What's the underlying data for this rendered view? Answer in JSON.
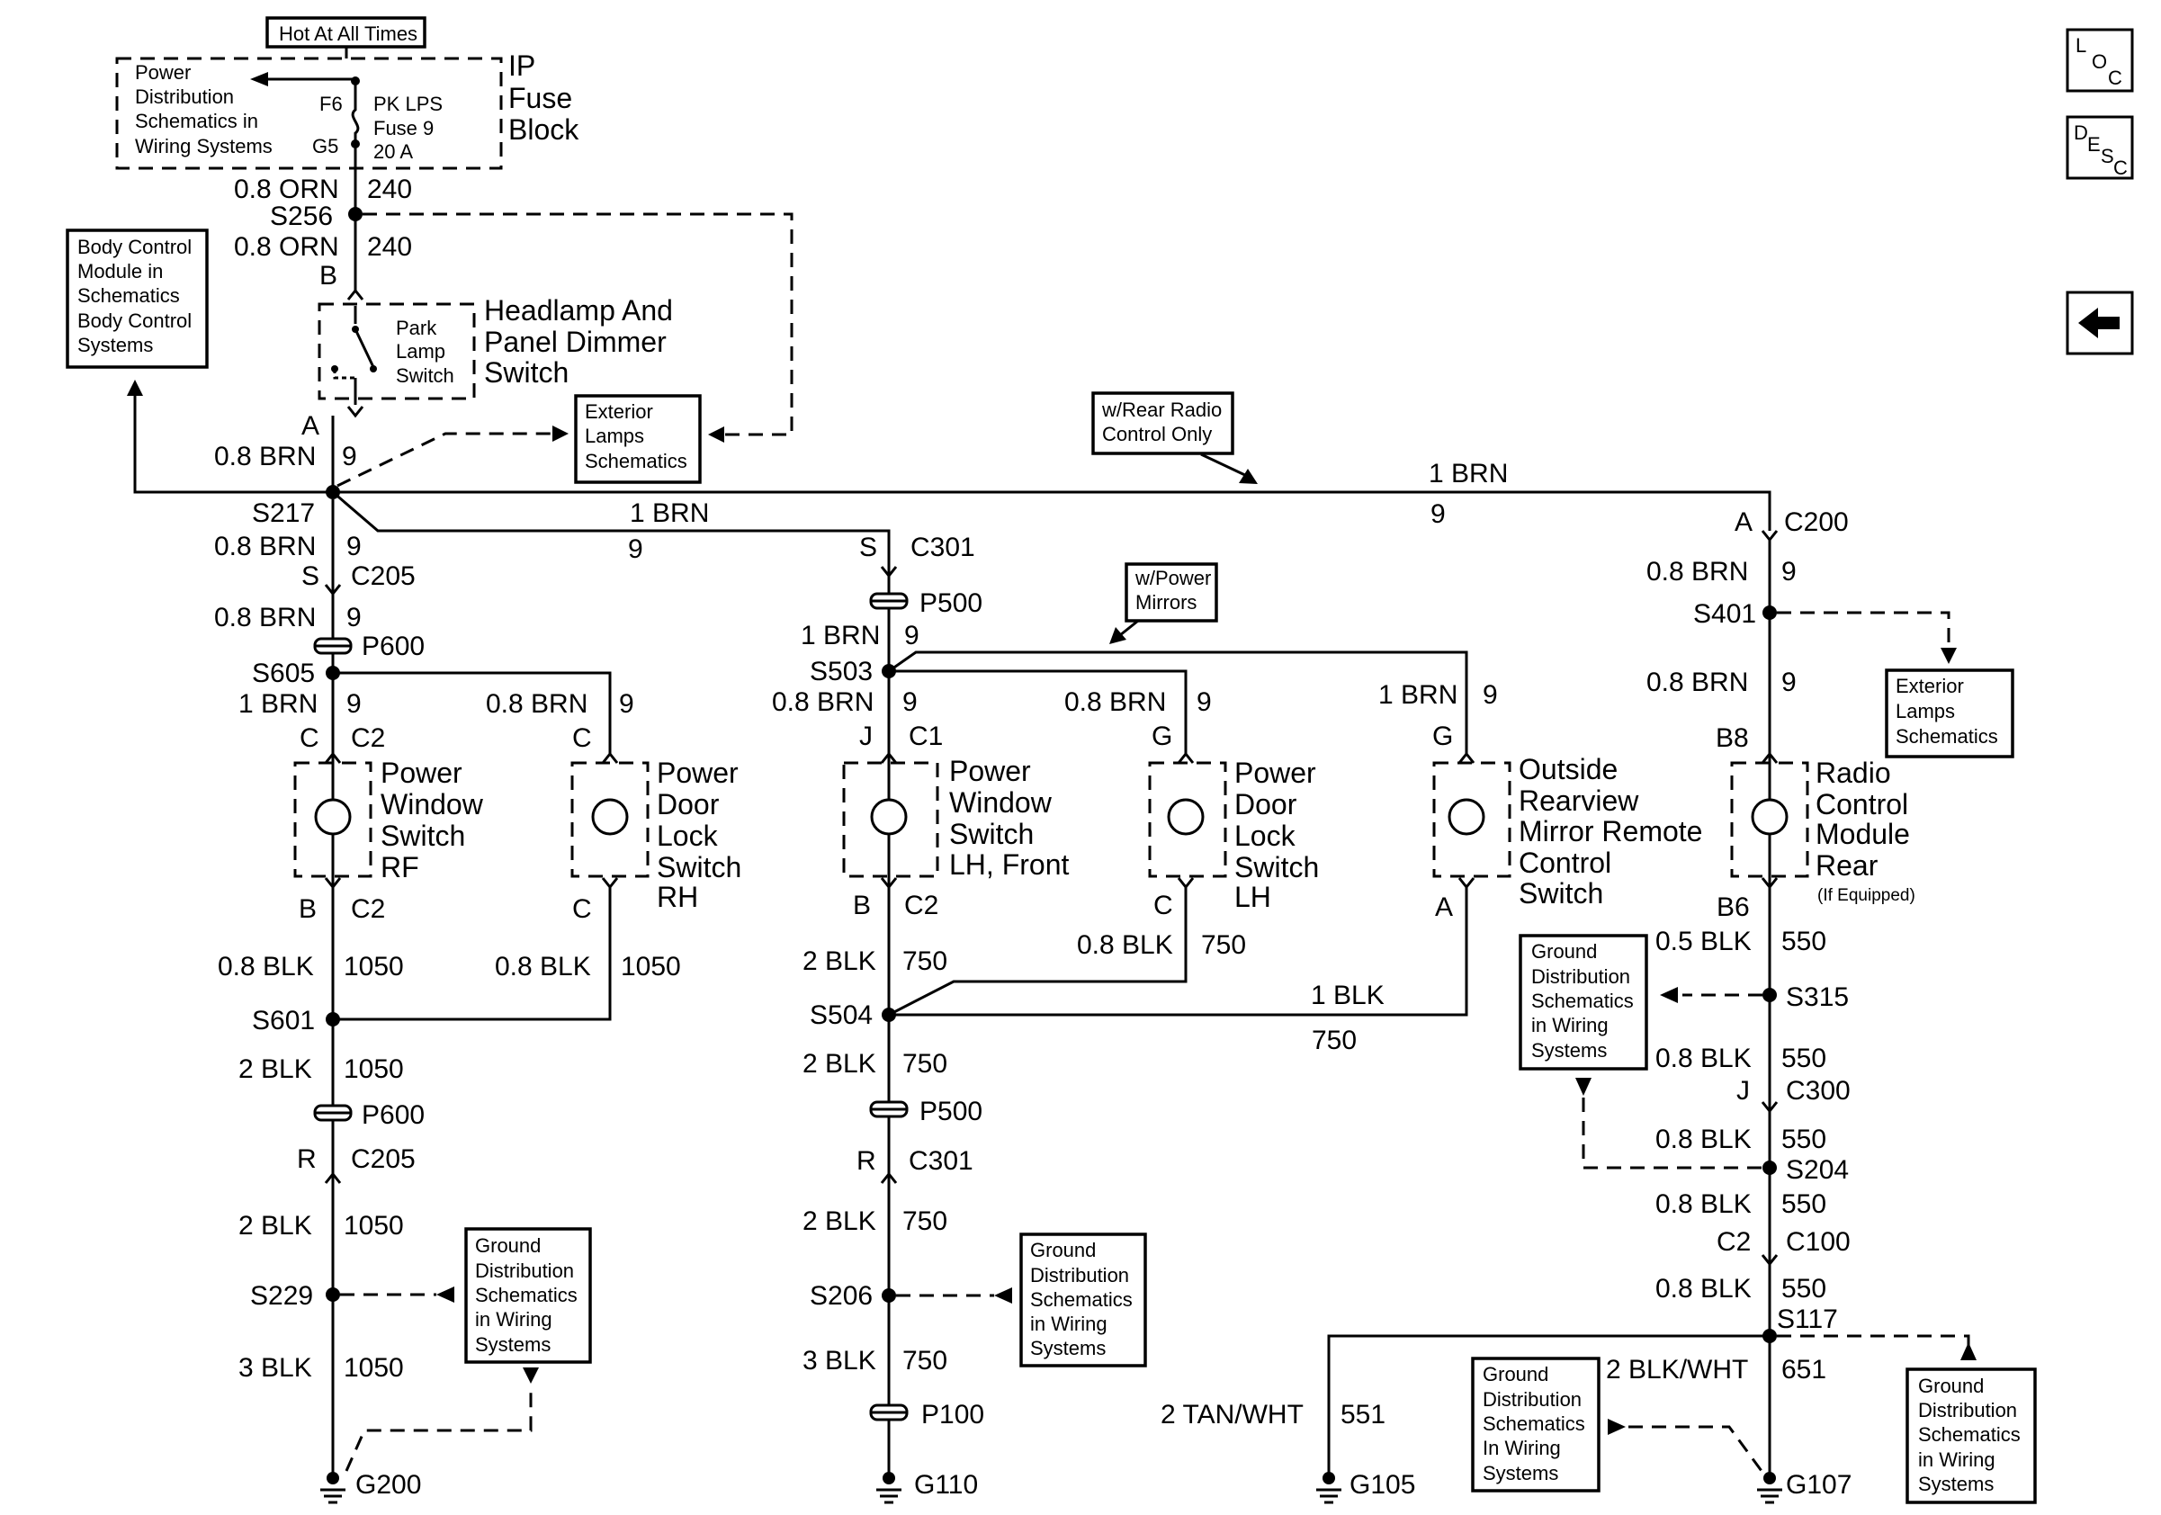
{
  "top": {
    "hot": "Hot At All Times",
    "pd": [
      "Power",
      "Distribution",
      "Schematics in",
      "Wiring Systems"
    ],
    "f6": "F6",
    "g5": "G5",
    "fuse": [
      "PK LPS",
      "Fuse  9",
      "20 A"
    ],
    "ip": [
      "IP",
      "Fuse",
      "Block"
    ]
  },
  "bcm": [
    "Body Control",
    "Module in",
    "Schematics",
    "Body Control",
    "Systems"
  ],
  "wire_orn_a": "0.8 ORN",
  "ckt_240_a": "240",
  "s256": "S256",
  "wire_orn_b": "0.8 ORN",
  "ckt_240_b": "240",
  "hd": {
    "pin_b": "B",
    "pin_a": "A",
    "inner": [
      "Park",
      "Lamp",
      "Switch"
    ],
    "title": [
      "Headlamp And",
      "Panel Dimmer",
      "Switch"
    ]
  },
  "ext1": [
    "Exterior",
    "Lamps",
    "Schematics"
  ],
  "ext2": [
    "Exterior",
    "Lamps",
    "Schematics"
  ],
  "rear_radio": [
    "w/Rear Radio",
    "Control Only"
  ],
  "pmir": [
    "w/Power",
    "Mirrors"
  ],
  "wbrn_a": "0.8 BRN",
  "n9a": "9",
  "s217": "S217",
  "top_bus": {
    "wire": "1 BRN",
    "ckt": "9"
  },
  "mid_bus": {
    "wire": "1 BRN",
    "ckt": "9"
  },
  "col1": {
    "wire1": "0.8 BRN",
    "ckt1": "9",
    "s": "S",
    "c205": "C205",
    "wire2": "0.8 BRN",
    "ckt2": "9",
    "p600": "P600",
    "s605": "S605",
    "wire3": "1 BRN",
    "ckt3": "9",
    "c": "C",
    "c2": "C2",
    "comp": [
      "Power",
      "Window",
      "Switch",
      "RF"
    ],
    "b": "B",
    "c2b": "C2",
    "wire4": "0.8 BLK",
    "ckt4": "1050",
    "s601": "S601",
    "wire5": "2 BLK",
    "ckt5": "1050",
    "p600b": "P600",
    "r": "R",
    "c205b": "C205",
    "wire6": "2 BLK",
    "ckt6": "1050",
    "s229": "S229",
    "wire7": "3 BLK",
    "ckt7": "1050",
    "g200": "G200"
  },
  "col2": {
    "wire1": "0.8 BRN",
    "ckt1": "9",
    "c": "C",
    "comp": [
      "Power",
      "Door",
      "Lock",
      "Switch",
      "RH"
    ],
    "c2": "C",
    "wire2": "0.8 BLK",
    "ckt2": "1050"
  },
  "gnd1": [
    "Ground",
    "Distribution",
    "Schematics",
    "in Wiring",
    "Systems"
  ],
  "col3": {
    "s": "S",
    "c301": "C301",
    "p500": "P500",
    "wire1": "1 BRN",
    "ckt1": "9",
    "s503": "S503",
    "wire2": "0.8 BRN",
    "ckt2": "9",
    "j": "J",
    "c1": "C1",
    "comp": [
      "Power",
      "Window",
      "Switch",
      "LH, Front"
    ],
    "b": "B",
    "c2": "C2",
    "wire3": "2 BLK",
    "ckt3": "750",
    "s504": "S504",
    "wire4": "2 BLK",
    "ckt4": "750",
    "p500b": "P500",
    "r": "R",
    "c301b": "C301",
    "wire5": "2 BLK",
    "ckt5": "750",
    "s206": "S206",
    "wire6": "3 BLK",
    "ckt6": "750",
    "p100": "P100",
    "g110": "G110"
  },
  "gnd2": [
    "Ground",
    "Distribution",
    "Schematics",
    "in Wiring",
    "Systems"
  ],
  "col4": {
    "wire1": "0.8 BRN",
    "ckt1": "9",
    "g": "G",
    "comp": [
      "Power",
      "Door",
      "Lock",
      "Switch",
      "LH"
    ],
    "c": "C",
    "wire2": "0.8 BLK",
    "ckt2": "750"
  },
  "col5": {
    "wire1": "1 BRN",
    "ckt1": "9",
    "g": "G",
    "comp": [
      "Outside",
      "Rearview",
      "Mirror Remote",
      "Control",
      "Switch"
    ],
    "a": "A",
    "wire2": "1 BLK",
    "ckt2": "750"
  },
  "col6": {
    "a": "A",
    "c200": "C200",
    "wire1": "0.8 BRN",
    "ckt1": "9",
    "s401": "S401",
    "wire2": "0.8 BRN",
    "ckt2": "9",
    "b8": "B8",
    "comp": [
      "Radio",
      "Control",
      "Module",
      "Rear"
    ],
    "ifeq": "(If Equipped)",
    "b6": "B6",
    "wire3": "0.5 BLK",
    "ckt3": "550",
    "s315": "S315",
    "wire4": "0.8 BLK",
    "ckt4": "550",
    "j": "J",
    "c300": "C300",
    "wire5": "0.8 BLK",
    "ckt5": "550",
    "s204": "S204",
    "wire6": "0.8 BLK",
    "ckt6": "550",
    "c2": "C2",
    "c100": "C100",
    "wire7": "0.8 BLK",
    "ckt7": "550",
    "s117": "S117",
    "wire8": "2 BLK/WHT",
    "ckt8": "651",
    "g107": "G107",
    "wire9": "2 TAN/WHT",
    "ckt9": "551",
    "g105": "G105"
  },
  "gnd3": [
    "Ground",
    "Distribution",
    "Schematics",
    "in Wiring",
    "Systems"
  ],
  "gnd4": [
    "Ground",
    "Distribution",
    "Schematics",
    "In Wiring",
    "Systems"
  ],
  "gnd5": [
    "Ground",
    "Distribution",
    "Schematics",
    "in Wiring",
    "Systems"
  ],
  "nav": {
    "loc": [
      "L",
      "O",
      "C"
    ],
    "desc": [
      "D",
      "E",
      "S",
      "C"
    ],
    "back": "back-arrow-icon"
  }
}
